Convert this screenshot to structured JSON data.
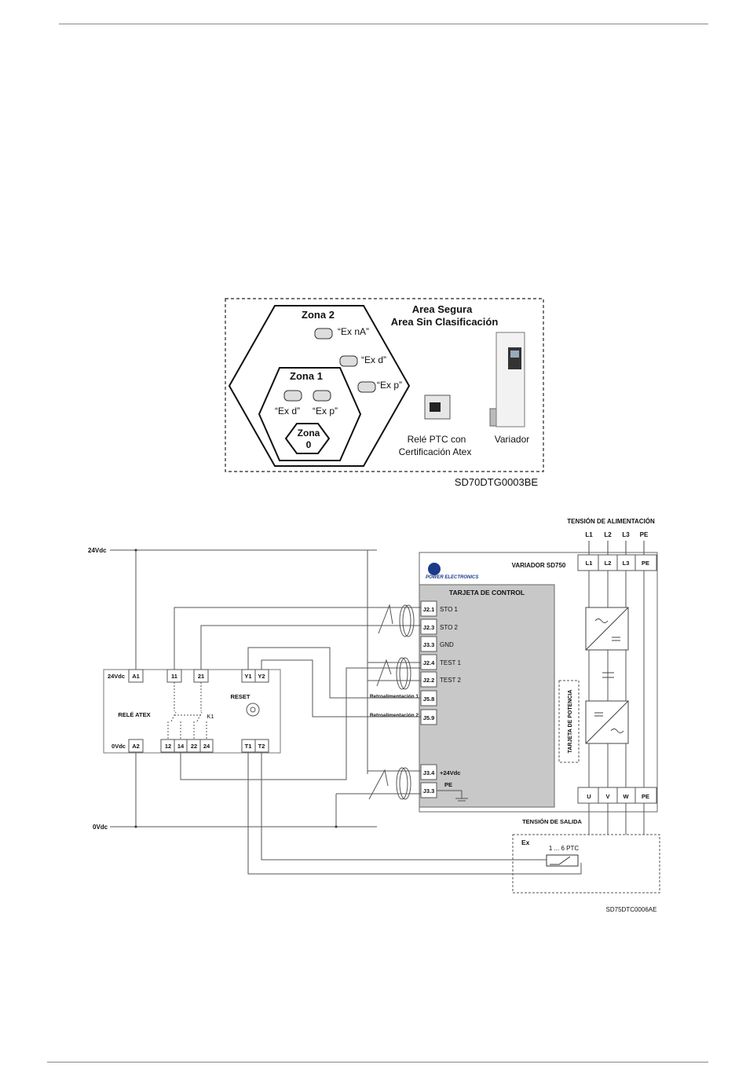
{
  "zones_diagram": {
    "safe_area_title": "Area Segura",
    "safe_area_subtitle": "Area Sin Clasificación",
    "zone2_label": "Zona 2",
    "zone1_label": "Zona 1",
    "zone0_line1": "Zona",
    "zone0_line2": "0",
    "motor_ex_na": "“Ex nA”",
    "motor_ex_d_z2": "“Ex d”",
    "motor_ex_p_z2": "“Ex p”",
    "motor_ex_d_z1": "“Ex d”",
    "motor_ex_p_z1": "“Ex p”",
    "relay_line1": "Relé PTC con",
    "relay_line2": "Certificación Atex",
    "drive_label": "Variador",
    "figure_code": "SD70DTG0003BE"
  },
  "wiring_diagram": {
    "supply_title": "TENSIÓN DE ALIMENTACIÓN",
    "supply_terminals": [
      "L1",
      "L2",
      "L3",
      "PE"
    ],
    "rail_24v": "24Vdc",
    "rail_0v": "0Vdc",
    "brand": "POWER ELECTRONICS",
    "drive_title": "VARIADOR SD750",
    "control_card_title": "TARJETA DE CONTROL",
    "control_terminals": [
      {
        "id": "J2.1",
        "label": "STO 1"
      },
      {
        "id": "J2.3",
        "label": "STO 2"
      },
      {
        "id": "J3.3",
        "label": "GND"
      },
      {
        "id": "J2.4",
        "label": "TEST 1"
      },
      {
        "id": "J2.2",
        "label": "TEST 2"
      },
      {
        "id": "J5.8",
        "label": ""
      },
      {
        "id": "J5.9",
        "label": ""
      },
      {
        "id": "J3.4",
        "label": "+24Vdc"
      },
      {
        "id": "J3.3",
        "label": "PE"
      }
    ],
    "feedback_1": "Retroalimentación 1",
    "feedback_2": "Retroalimentación 2",
    "power_card_label": "TARJETA DE POTENCIA",
    "output_terminals": [
      "U",
      "V",
      "W",
      "PE"
    ],
    "output_title": "TENSIÓN DE SALIDA",
    "ex_label": "Ex",
    "ptc_label": "1 ... 6 PTC",
    "relay": {
      "title": "RELÉ ATEX",
      "supply_24": "24Vdc",
      "supply_0": "0Vdc",
      "a1": "A1",
      "a2": "A2",
      "t11": "11",
      "t21": "21",
      "y1": "Y1",
      "y2": "Y2",
      "reset": "RESET",
      "k1": "K1",
      "t12": "12",
      "t14": "14",
      "t22": "22",
      "t24": "24",
      "t1": "T1",
      "t2": "T2"
    },
    "figure_code": "SD75DTC0006AE"
  }
}
